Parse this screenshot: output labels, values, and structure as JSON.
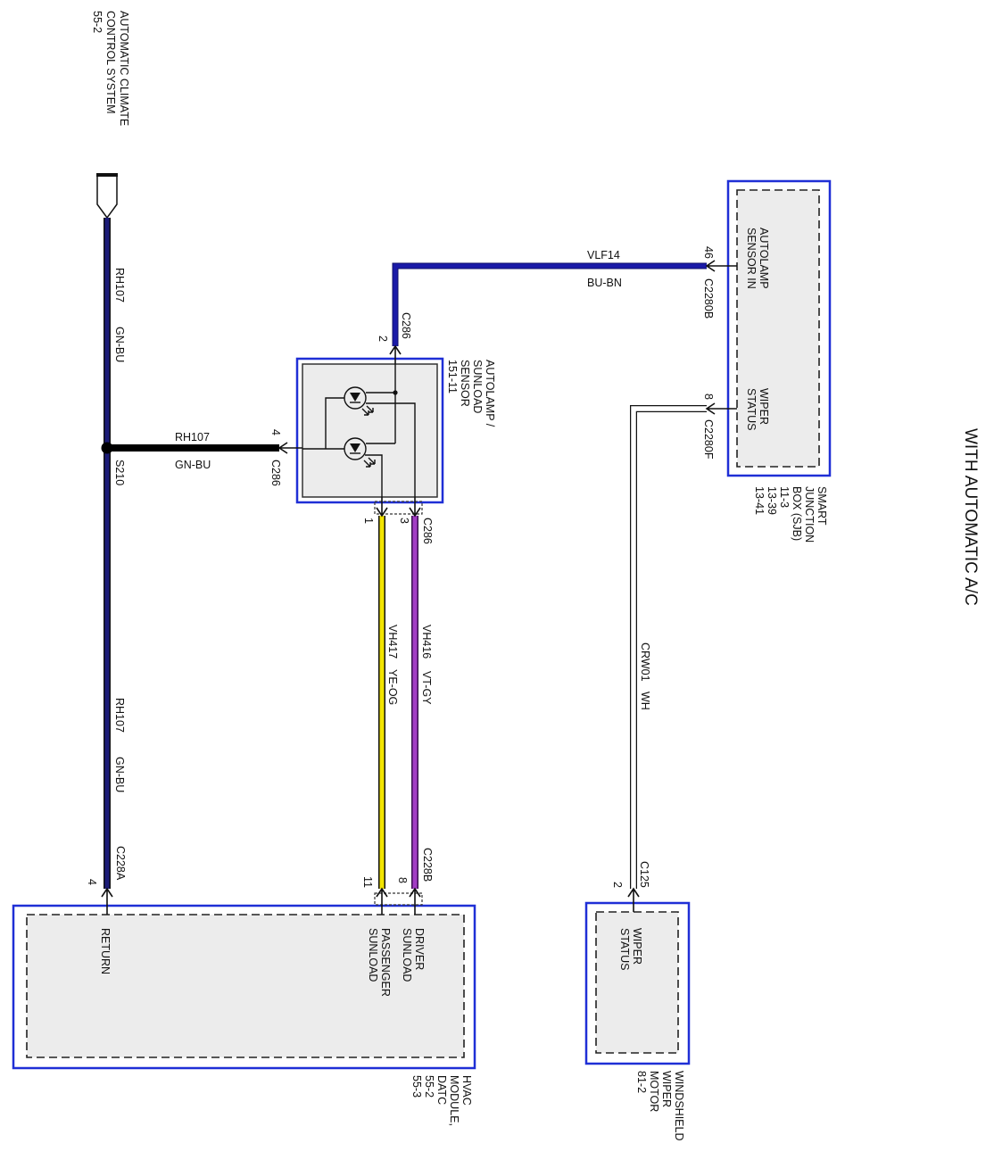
{
  "header": {
    "title": "WITH AUTOMATIC A/C"
  },
  "components": {
    "climate_system": {
      "label_lines": [
        "AUTOMATIC CLIMATE",
        "CONTROL SYSTEM",
        "55-2"
      ]
    },
    "sunload_sensor": {
      "label_lines": [
        "AUTOLAMP /",
        "SUNLOAD",
        "SENSOR",
        "151-11"
      ]
    },
    "smart_junction_box": {
      "label_lines": [
        "SMART",
        "JUNCTION",
        "BOX (SJB)",
        "11-3",
        "13-39",
        "13-41"
      ],
      "pin_labels": {
        "autolamp_sensor_in": [
          "AUTOLAMP",
          "SENSOR IN"
        ],
        "wiper_status": [
          "WIPER",
          "STATUS"
        ]
      }
    },
    "wiper_motor": {
      "label_lines": [
        "WINDSHIELD",
        "WIPER",
        "MOTOR",
        "81-2"
      ],
      "pin_labels": {
        "wiper_status": [
          "WIPER",
          "STATUS"
        ]
      }
    },
    "hvac_module": {
      "label_lines": [
        "HVAC",
        "MODULE,",
        "DATC",
        "55-2",
        "55-3"
      ],
      "pin_labels": {
        "return": [
          "RETURN"
        ],
        "passenger_sunload": [
          "PASSENGER",
          "SUNLOAD"
        ],
        "driver_sunload": [
          "DRIVER",
          "SUNLOAD"
        ]
      }
    }
  },
  "splice": {
    "id": "S210"
  },
  "wires": {
    "rh107_main": {
      "circuit": "RH107",
      "color_code": "GN-BU",
      "draw_color": "#1c1c78"
    },
    "rh107_branch": {
      "circuit": "RH107",
      "color_code": "GN-BU",
      "draw_color": "#000000"
    },
    "vlf14": {
      "circuit": "VLF14",
      "color_code": "BU-BN",
      "draw_color": "#1a1aa8"
    },
    "vh417": {
      "circuit": "VH417",
      "color_code": "YE-OG",
      "draw_color": "#f2e400"
    },
    "vh416": {
      "circuit": "VH416",
      "color_code": "VT-GY",
      "draw_color": "#a23cc4"
    },
    "crw01": {
      "circuit": "CRW01",
      "color_code": "WH",
      "draw_color": "#ffffff"
    }
  },
  "connectors": {
    "c286_pin4": {
      "id": "C286",
      "pin": "4"
    },
    "c286_pin2": {
      "id": "C286",
      "pin": "2"
    },
    "c286_pins_1_3": {
      "id": "C286",
      "pin_a": "1",
      "pin_b": "3"
    },
    "c2280b": {
      "id": "C2280B",
      "pin": "46"
    },
    "c2280f": {
      "id": "C2280F",
      "pin": "8"
    },
    "c228a": {
      "id": "C228A",
      "pin": "4"
    },
    "c228b": {
      "id": "C228B",
      "pin_a": "11",
      "pin_b": "8"
    },
    "c125": {
      "id": "C125",
      "pin": "2"
    }
  },
  "colors": {
    "component_border": "#1f2fd6",
    "component_fill": "#ececec",
    "splice_dot": "#000000"
  }
}
